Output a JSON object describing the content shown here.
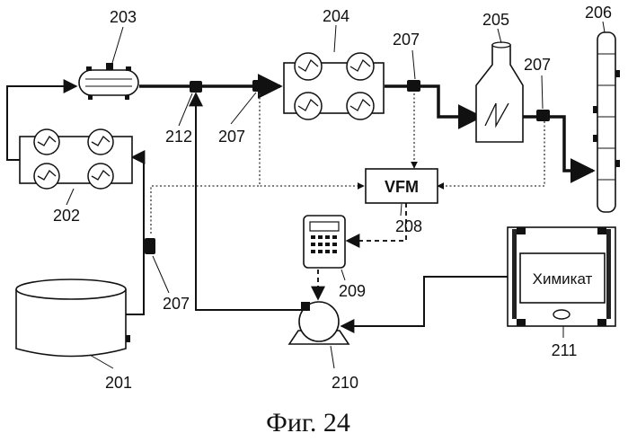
{
  "labels": {
    "l201": "201",
    "l202": "202",
    "l203": "203",
    "l204": "204",
    "l205": "205",
    "l206": "206",
    "l207a": "207",
    "l207b": "207",
    "l207c": "207",
    "l207d": "207",
    "l208": "208",
    "l209": "209",
    "l210": "210",
    "l211": "211",
    "l212": "212"
  },
  "vfm_label": "VFM",
  "chemical_label": "Химикат",
  "figure_caption": "Фиг. 24"
}
